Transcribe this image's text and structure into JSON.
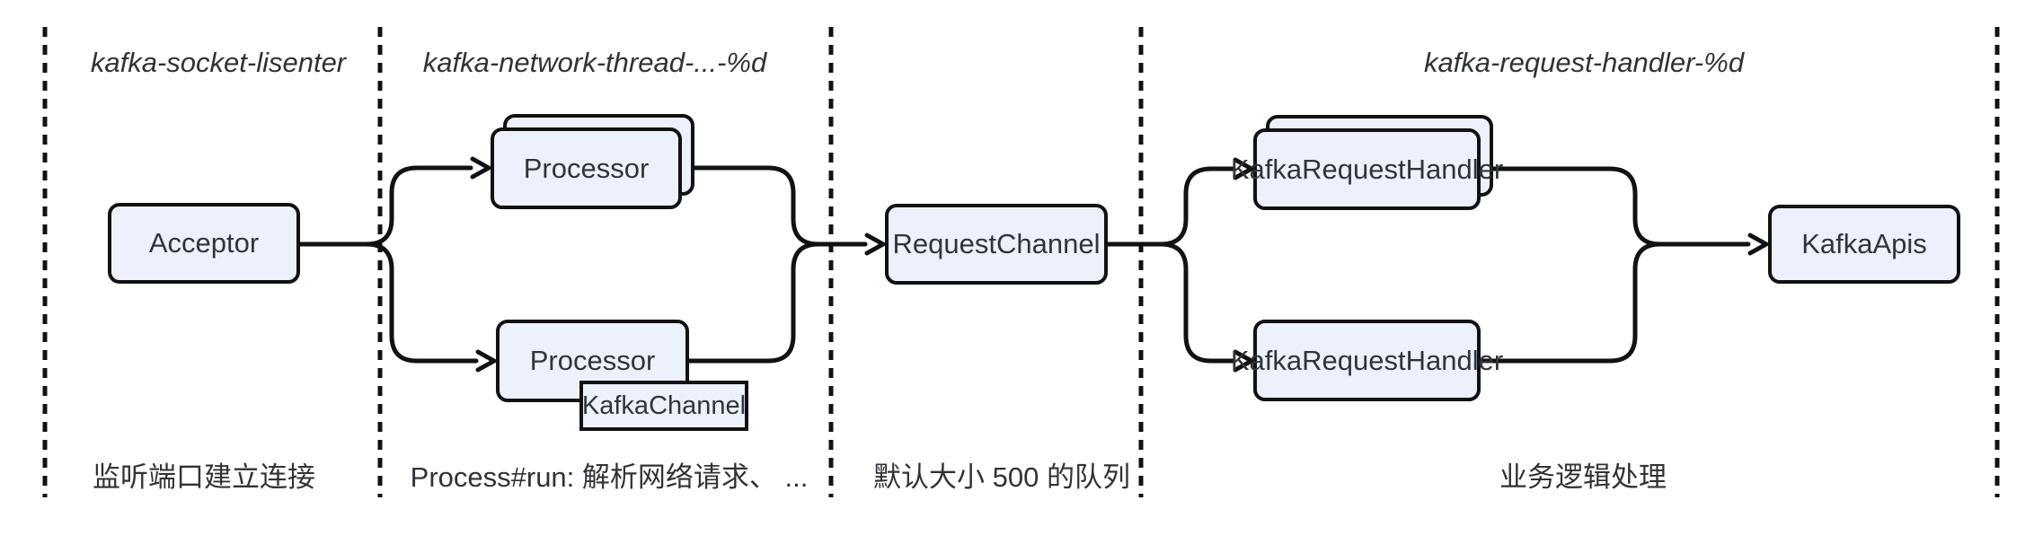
{
  "diagram": {
    "type": "flowchart",
    "sections": [
      {
        "title": "kafka-socket-lisenter",
        "caption": "监听端口建立连接"
      },
      {
        "title": "kafka-network-thread-...-%d",
        "caption": "Process#run: 解析网络请求、 ..."
      },
      {
        "title": "",
        "caption": "默认大小 500 的队列"
      },
      {
        "title": "kafka-request-handler-%d",
        "caption": "业务逻辑处理"
      }
    ],
    "nodes": {
      "acceptor": {
        "label": "Acceptor"
      },
      "processor_top": {
        "label": "Processor",
        "stacked": true
      },
      "processor_bottom": {
        "label": "Processor"
      },
      "kafka_channel": {
        "label": "KafkaChannel"
      },
      "request_channel": {
        "label": "RequestChannel"
      },
      "handler_top": {
        "label": "KafkaRequestHandler",
        "stacked": true
      },
      "handler_bottom": {
        "label": "KafkaRequestHandler"
      },
      "kafka_apis": {
        "label": "KafkaApis"
      }
    },
    "edges": [
      "Acceptor -> Processor (top)",
      "Acceptor -> Processor (bottom)",
      "Processor (top) -> RequestChannel",
      "Processor (bottom) -> RequestChannel",
      "RequestChannel -> KafkaRequestHandler (top)",
      "RequestChannel -> KafkaRequestHandler (bottom)",
      "KafkaRequestHandler (top) -> KafkaApis",
      "KafkaRequestHandler (bottom) -> KafkaApis"
    ],
    "colors": {
      "background": "#ffffff",
      "node_fill": "#edf1fb",
      "node_border": "#121212",
      "line": "#121212",
      "text": "#2f3337"
    }
  }
}
